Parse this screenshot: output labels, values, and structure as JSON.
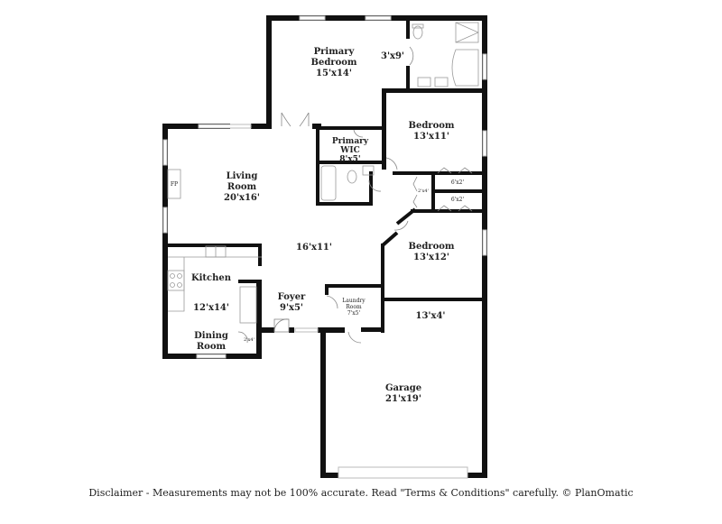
{
  "floorplan": {
    "rooms": [
      {
        "id": "primary-bedroom",
        "name": "Primary\nBedroom",
        "dims": "15'x14'"
      },
      {
        "id": "primary-bath",
        "name": "",
        "dims": "3'x9'"
      },
      {
        "id": "primary-wic",
        "name": "Primary\nWIC",
        "dims": "8'x5'"
      },
      {
        "id": "bedroom-1",
        "name": "Bedroom",
        "dims": "13'x11'"
      },
      {
        "id": "closet-1",
        "name": "",
        "dims": "6'x2'"
      },
      {
        "id": "closet-2",
        "name": "",
        "dims": "6'x2'"
      },
      {
        "id": "hall-closet",
        "name": "",
        "dims": "2'x4'"
      },
      {
        "id": "living-room",
        "name": "Living\nRoom",
        "dims": "20'x16'"
      },
      {
        "id": "fireplace",
        "name": "FP",
        "dims": ""
      },
      {
        "id": "hall",
        "name": "",
        "dims": "16'x11'"
      },
      {
        "id": "bedroom-2",
        "name": "Bedroom",
        "dims": "13'x12'"
      },
      {
        "id": "kitchen",
        "name": "Kitchen",
        "dims": "12'x14'"
      },
      {
        "id": "dining-room",
        "name": "Dining\nRoom",
        "dims": ""
      },
      {
        "id": "dining-closet",
        "name": "",
        "dims": "2'x4'"
      },
      {
        "id": "foyer",
        "name": "Foyer",
        "dims": "9'x5'"
      },
      {
        "id": "laundry-room",
        "name": "Laundry\nRoom",
        "dims": "7'x5'"
      },
      {
        "id": "storage",
        "name": "",
        "dims": "13'x4'"
      },
      {
        "id": "garage",
        "name": "Garage",
        "dims": "21'x19'"
      }
    ]
  },
  "labels": {
    "primary_bedroom_name_1": "Primary",
    "primary_bedroom_name_2": "Bedroom",
    "primary_bedroom_dims": "15'x14'",
    "primary_bath_dims": "3'x9'",
    "primary_wic_name_1": "Primary",
    "primary_wic_name_2": "WIC",
    "primary_wic_dims": "8'x5'",
    "bedroom1_name": "Bedroom",
    "bedroom1_dims": "13'x11'",
    "closet1_dims": "6'x2'",
    "closet2_dims": "6'x2'",
    "hall_closet_dims": "2'x4'",
    "living_name_1": "Living",
    "living_name_2": "Room",
    "living_dims": "20'x16'",
    "fireplace": "FP",
    "hall_dims": "16'x11'",
    "bedroom2_name": "Bedroom",
    "bedroom2_dims": "13'x12'",
    "kitchen_name": "Kitchen",
    "kitchen_dims": "12'x14'",
    "dining_name_1": "Dining",
    "dining_name_2": "Room",
    "dining_closet_dims": "2'x4'",
    "foyer_name": "Foyer",
    "foyer_dims": "9'x5'",
    "laundry_name_1": "Laundry",
    "laundry_name_2": "Room",
    "laundry_dims": "7'x5'",
    "storage_dims": "13'x4'",
    "garage_name": "Garage",
    "garage_dims": "21'x19'"
  },
  "footer": {
    "disclaimer": "Disclaimer - Measurements may not be 100% accurate. Read \"Terms & Conditions\" carefully. © PlanOmatic"
  },
  "colors": {
    "wall": "#111111",
    "window": "#bbbbbb",
    "fixture": "#999999",
    "background": "#ffffff"
  }
}
